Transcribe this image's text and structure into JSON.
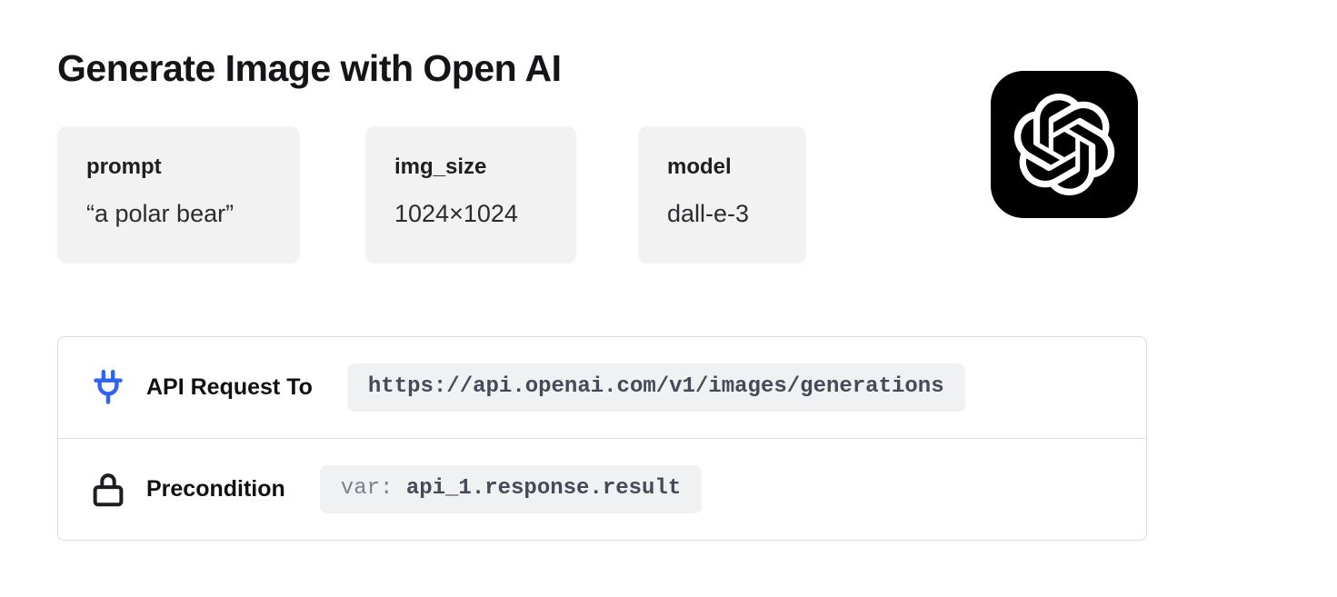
{
  "header": {
    "title": "Generate Image with Open AI"
  },
  "params": [
    {
      "name": "prompt",
      "value": "“a polar bear”"
    },
    {
      "name": "img_size",
      "value": "1024×1024"
    },
    {
      "name": "model",
      "value": "dall-e-3"
    }
  ],
  "logo": {
    "name": "OpenAI"
  },
  "request_card": {
    "api_row": {
      "label": "API Request To",
      "url": "https://api.openai.com/v1/images/generations"
    },
    "precondition_row": {
      "label": "Precondition",
      "var_prefix": "var: ",
      "var_value": "api_1.response.result"
    }
  },
  "colors": {
    "accent_blue": "#2e63f5",
    "icon_dark": "#1b1e23",
    "card_bg": "#f2f2f2",
    "chip_bg": "#eff1f3",
    "border": "#d9dce2",
    "code_text": "#434b58",
    "code_muted": "#7b828d",
    "logo_bg": "#000000",
    "logo_fg": "#ffffff"
  }
}
